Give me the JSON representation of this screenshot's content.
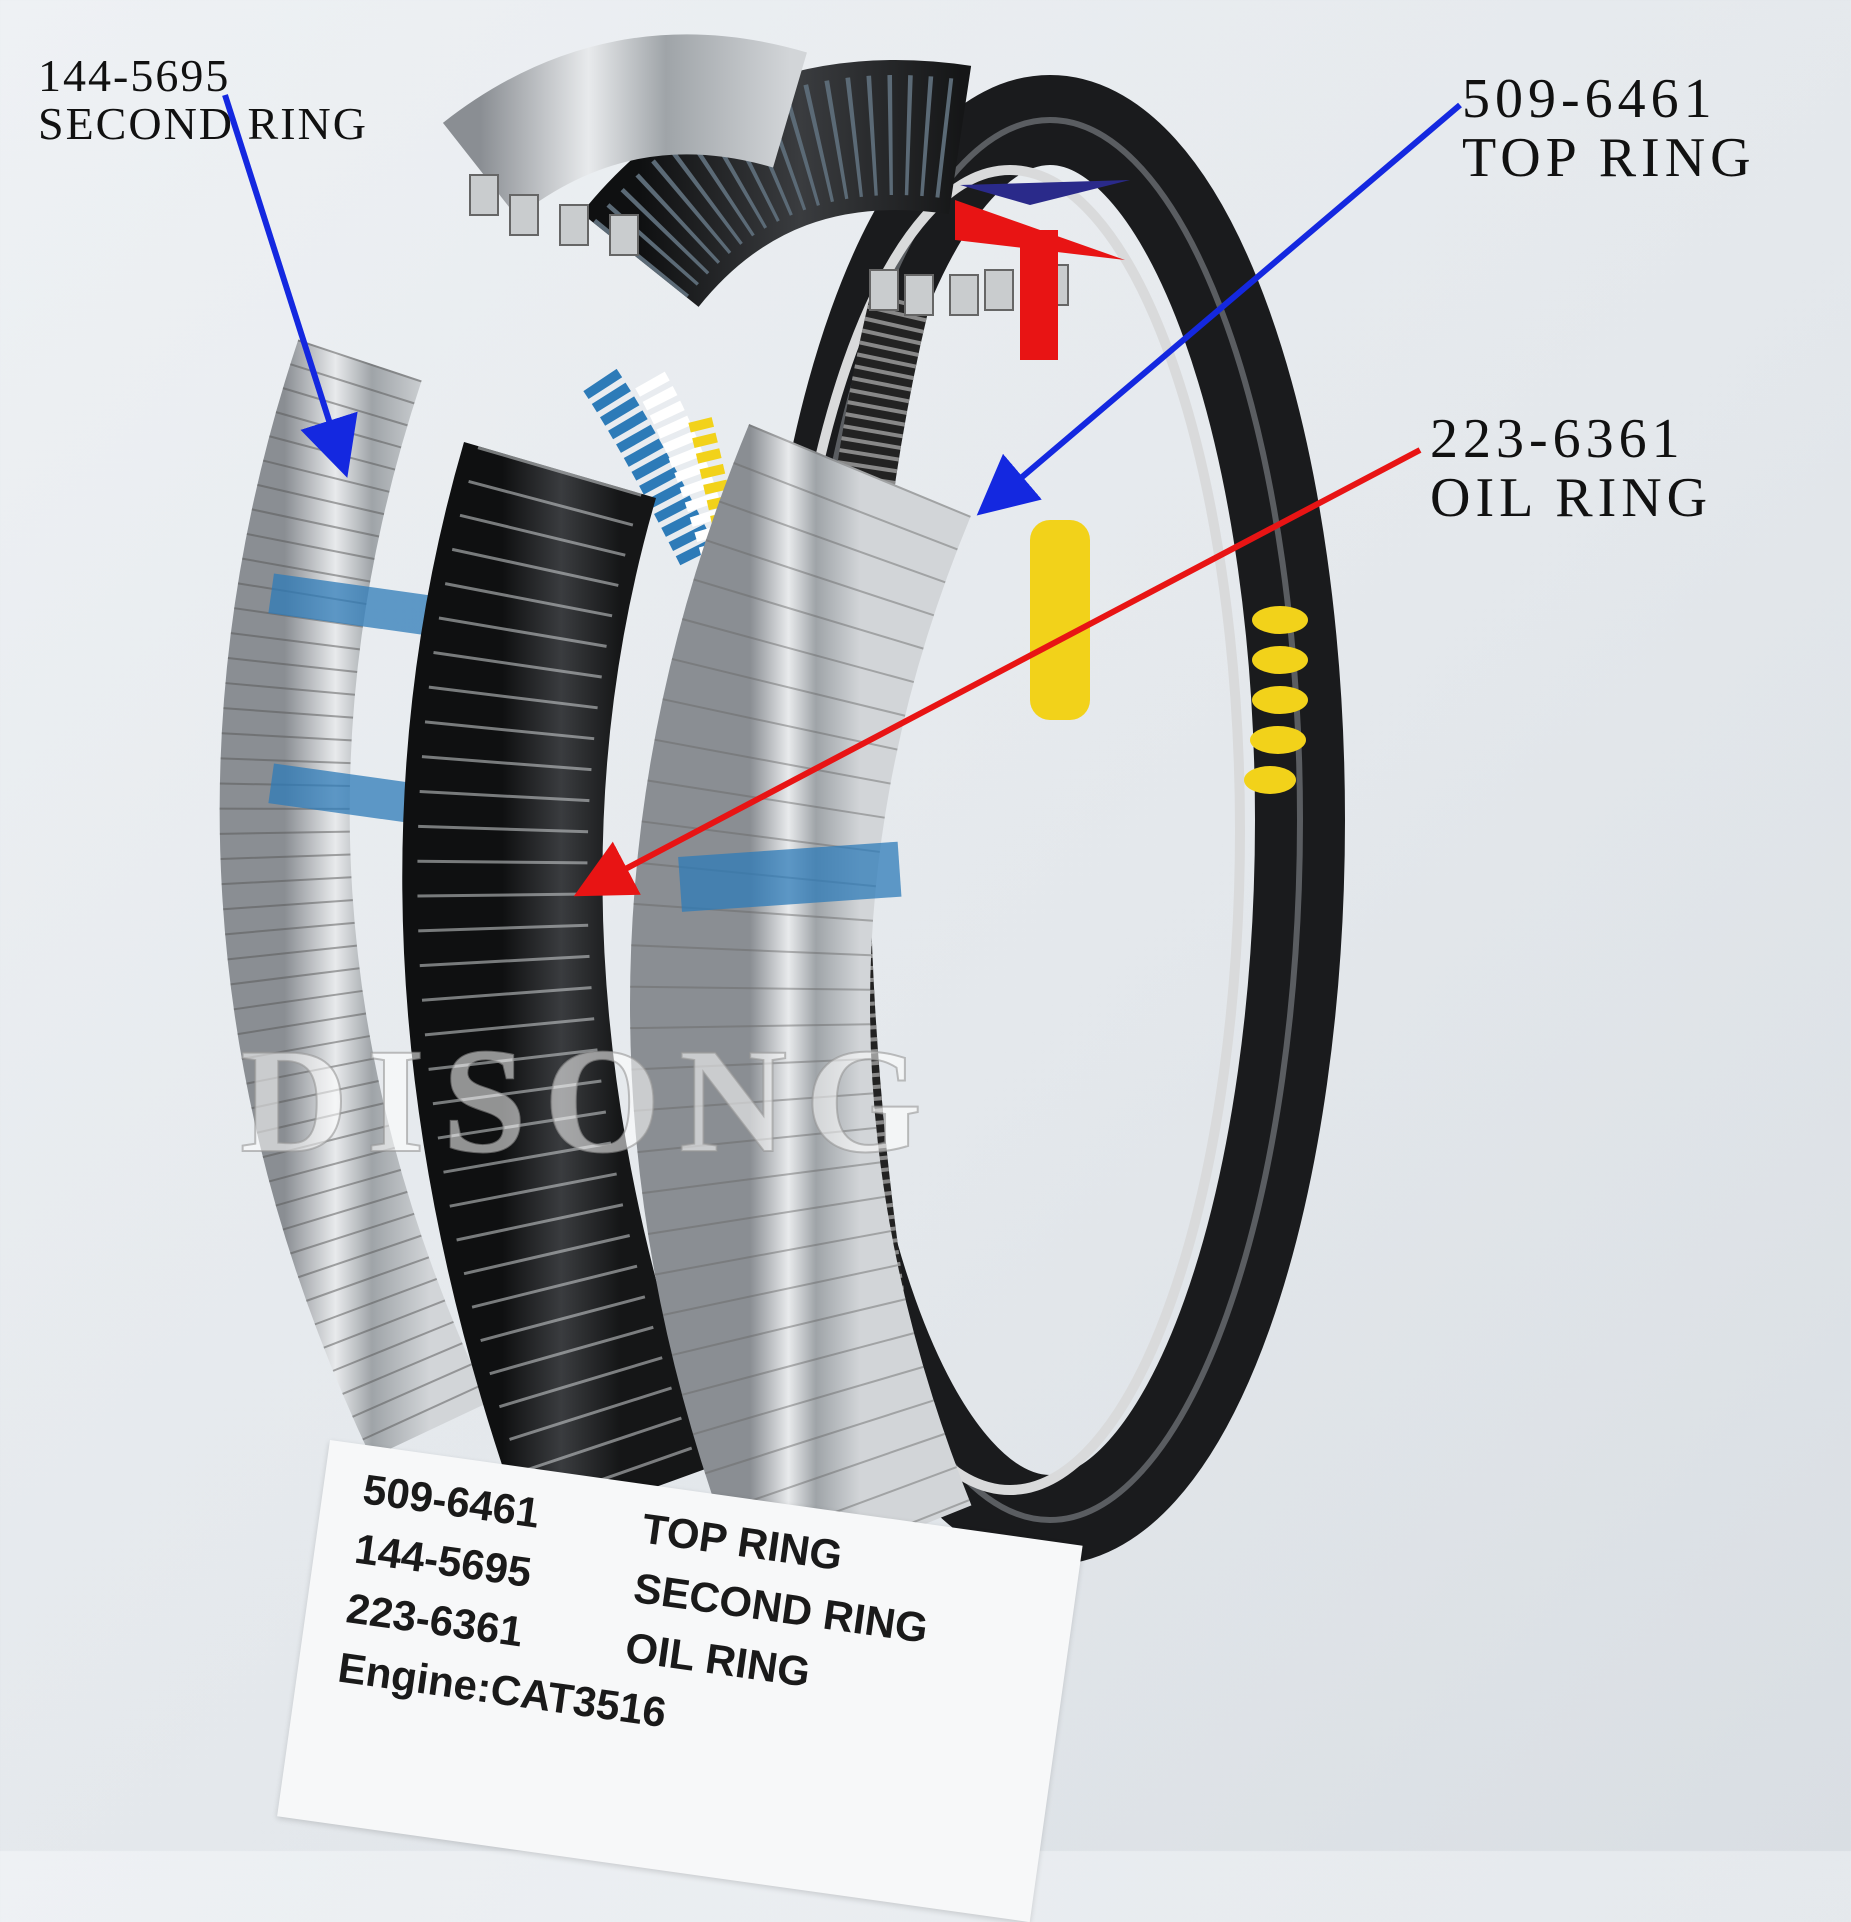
{
  "callouts": {
    "second": {
      "part": "144-5695",
      "name": "SECOND RING"
    },
    "top": {
      "part": "509-6461",
      "name": "TOP RING"
    },
    "oil": {
      "part": "223-6361",
      "name": "OIL RING"
    }
  },
  "watermark": "DISONG",
  "label_card": {
    "rows": [
      {
        "part": "509-6461",
        "name": "TOP RING"
      },
      {
        "part": "144-5695",
        "name": "SECOND RING"
      },
      {
        "part": "223-6361",
        "name": "OIL RING"
      }
    ],
    "engine": "Engine:CAT3516"
  },
  "colors": {
    "background": "#e6eaee",
    "chrome_ring": "#b8bcc0",
    "black_ring": "#1c1d1f",
    "blue_arrow": "#1428e0",
    "red_arrow": "#e81414",
    "yellow_tag": "#f2d21a",
    "blue_marking": "#2d7bb8"
  }
}
